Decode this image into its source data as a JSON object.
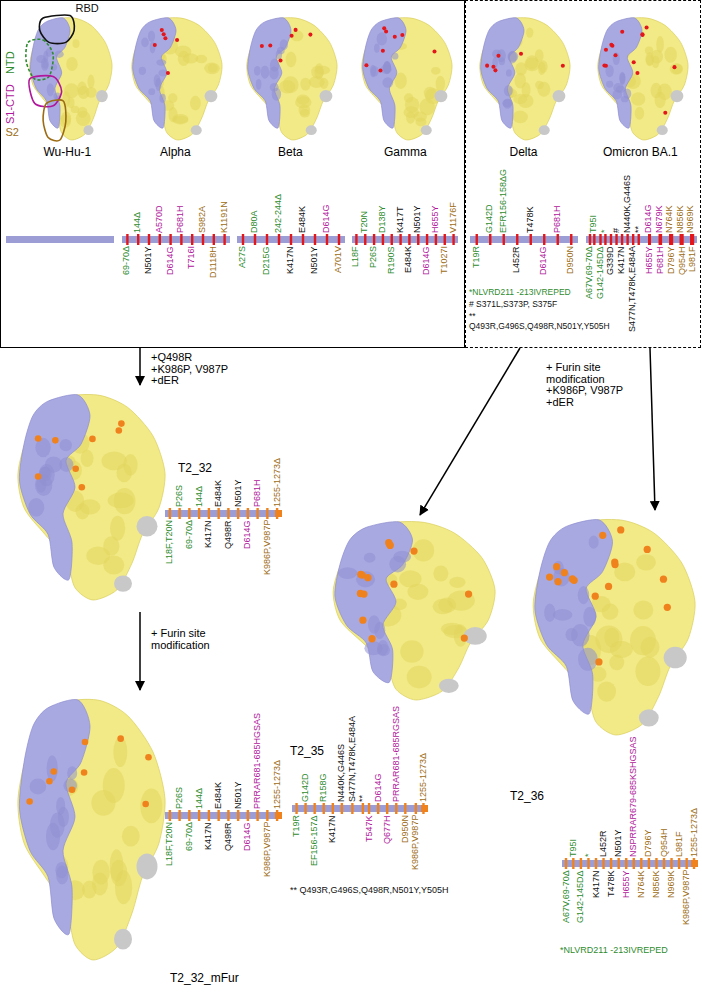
{
  "diagram": {
    "nodes": [
      {
        "text": []
      },
      {
        "text": [
          "Wu-Hu-1",
          "RBD",
          "NTD",
          "S1-CTD",
          "S2"
        ],
        "in": 0
      },
      {
        "text": [
          "Alpha",
          "69-70Δ",
          "144Δ",
          "N501Y",
          "A570D",
          "D614G",
          "P681H",
          "T716I",
          "S982A",
          "D1118H",
          "K1191N"
        ],
        "in": 0
      },
      {
        "text": [
          "Beta",
          "A27S",
          "D80A",
          "D215G",
          "242-244Δ",
          "K417N",
          "E484K",
          "N501Y",
          "D614G",
          "A701V"
        ],
        "in": 0
      },
      {
        "text": [
          "Gamma",
          "L18F",
          "T20N",
          "P26S",
          "D138Y",
          "R190S",
          "K417T",
          "E484K",
          "N501Y",
          "D614G",
          "H655Y",
          "T1027I",
          "V1176F"
        ],
        "in": 0
      },
      {
        "text": []
      },
      {
        "text": [
          "Delta",
          "T19R",
          "G142D",
          "EFR156-158ΔG",
          "L452R",
          "T478K",
          "D614G",
          "P681H",
          "D950N"
        ],
        "in": 5
      },
      {
        "text": [
          "Omicron BA.1",
          "A67V,69-70Δ",
          "T95I",
          "G142-145DΔ",
          "*",
          "G339D",
          "#",
          "K417N",
          "N440K,G446S",
          "S477N,T478K,E484A",
          "**",
          "D614G",
          "H655Y",
          "N679K",
          "P681H",
          "N764K",
          "D796Y",
          "N856K",
          "Q954H",
          "N969K",
          "L981F"
        ],
        "in": 5
      },
      {
        "text": [
          "T2_32",
          "L18F,T20N",
          "P26S",
          "69-70Δ",
          "144Δ",
          "K417N",
          "E484K",
          "Q498R",
          "N501Y",
          "D614G",
          "P681H",
          "K986P,V987P",
          "1255-1273Δ"
        ]
      },
      {
        "text": [
          "T2_32_mFur",
          "L18F,T20N",
          "P26S",
          "69-70Δ",
          "144Δ",
          "K417N",
          "E484K",
          "Q498R",
          "N501Y",
          "D614G",
          "PRRAR681-685HGSAS",
          "K986P,V987P",
          "1255-1273Δ"
        ]
      },
      {
        "text": [
          "T2_35",
          "T19R",
          "G142D",
          "EF156-157Δ",
          "R158G",
          "K417N",
          "N440K,G446S",
          "S477N,T478K,E484A",
          "**",
          "T547K",
          "D614G",
          "Q677H",
          "PRRAR681-685RGSAS",
          "D950N",
          "K986P,V987P",
          "1255-1273Δ",
          "** Q493R,G496S,Q498R,N501Y,Y505H"
        ]
      },
      {
        "text": [
          "T2_36",
          "A67V,69-70Δ",
          "T95I",
          "G142-145DΔ",
          "*",
          "K417N",
          "L452R",
          "T478K",
          "N501Y",
          "H655Y",
          "NSPRRAR679-685KSHGSAS",
          "N764K",
          "D796Y",
          "N856K",
          "Q954H",
          "N969K",
          "L981F",
          "K986P,V987P",
          "1255-1273Δ",
          "*NLVRD211 -213IVREPED"
        ]
      }
    ],
    "edges": [
      {
        "from": 0,
        "to": 8,
        "arrow": "to",
        "label": "+Q498R +K986P, V987P +dER"
      },
      {
        "from": 8,
        "to": 9,
        "arrow": "to",
        "label": "+ Furin site modification"
      },
      {
        "from": 5,
        "to": 10,
        "arrow": "to",
        "label": "+ Furin site modification +K986P, V987P +dER"
      },
      {
        "from": 5,
        "to": 11,
        "arrow": "to"
      }
    ],
    "labels": [
      "*NLVRD211 -213IVREPED",
      "# S371L,S373P, S375F",
      "** Q493R,G496S,Q498R,N501Y,Y505H"
    ]
  }
}
